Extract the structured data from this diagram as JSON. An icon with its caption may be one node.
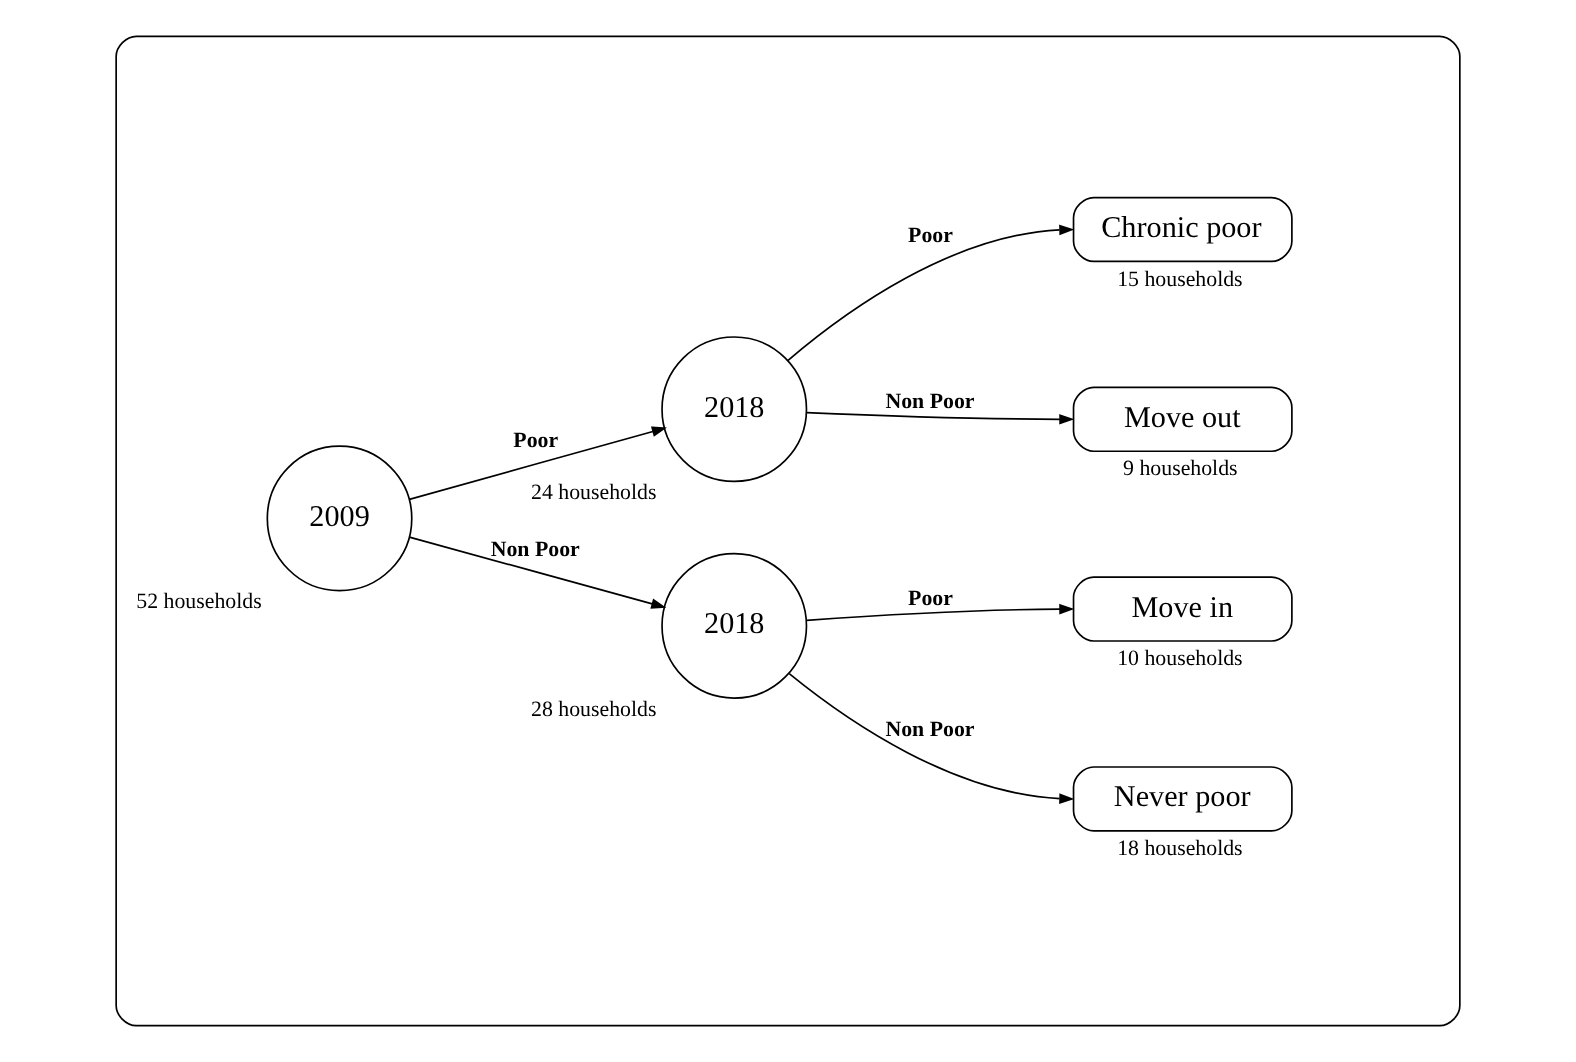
{
  "diagram": {
    "nodes": [
      {
        "text": [],
        "shape": "box"
      },
      {
        "text": [
          "2009"
        ],
        "beside": [
          "52 households"
        ],
        "in": 0
      },
      {
        "text": [
          "2018"
        ],
        "beside": [
          "24 households"
        ],
        "in": 0
      },
      {
        "text": [
          "2018"
        ],
        "beside": [
          "28 households"
        ],
        "in": 0
      },
      {
        "text": [
          "Chronic poor"
        ],
        "beside": [
          "15 households"
        ],
        "in": 0
      },
      {
        "text": [
          "Move out"
        ],
        "beside": [
          "9 households"
        ],
        "in": 0
      },
      {
        "text": [
          "Move in"
        ],
        "beside": [
          "10 households"
        ],
        "in": 0
      },
      {
        "text": [
          "Never poor"
        ],
        "beside": [
          "18 households"
        ],
        "in": 0
      }
    ],
    "edges": [
      {
        "from": 1,
        "to": 2,
        "arrow": "to",
        "label": "Poor"
      },
      {
        "from": 1,
        "to": 3,
        "arrow": "to",
        "label": "Non Poor"
      },
      {
        "from": 2,
        "to": 4,
        "arrow": "to",
        "label": "Poor"
      },
      {
        "from": 2,
        "to": 5,
        "arrow": "to",
        "label": "Non Poor"
      },
      {
        "from": 3,
        "to": 6,
        "arrow": "to",
        "label": "Poor"
      },
      {
        "from": 3,
        "to": 7,
        "arrow": "to",
        "label": "Non Poor"
      }
    ]
  }
}
